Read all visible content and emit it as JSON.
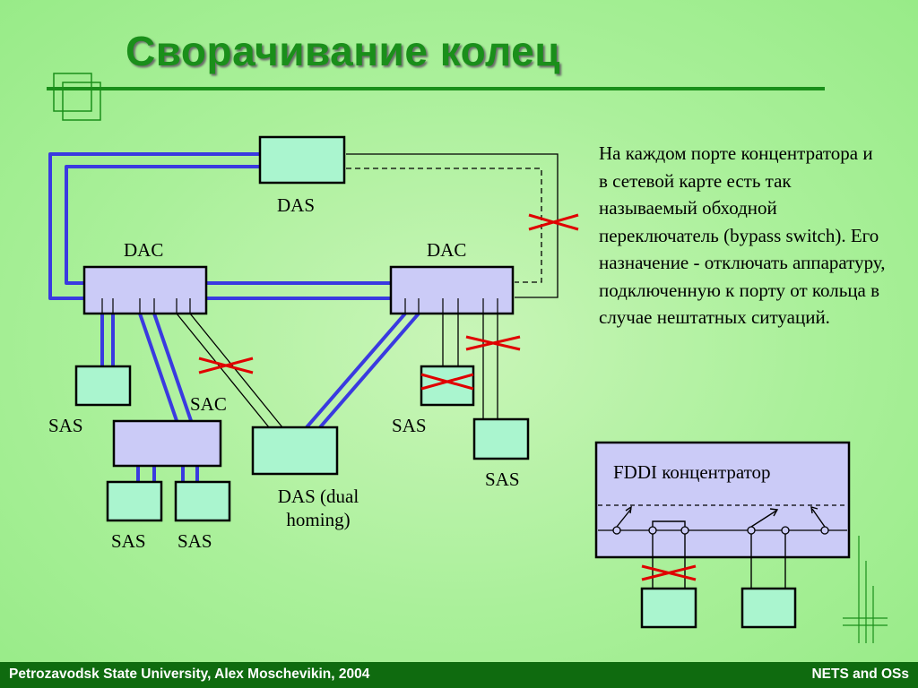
{
  "slide": {
    "title": "Сворачивание колец",
    "description": "На каждом порте концентратора и в сетевой карте есть так называемый обходной переключатель (bypass switch). Его назначение - отключать аппаратуру, подключенную к порту от кольца в случае нештатных ситуаций."
  },
  "diagram": {
    "labels": {
      "das_top": "DAS",
      "dac_left": "DAC",
      "dac_right": "DAC",
      "sac": "SAC",
      "sas_left": "SAS",
      "sas_bottom_1": "SAS",
      "sas_bottom_2": "SAS",
      "das_dual_line1": "DAS (dual",
      "das_dual_line2": "homing)",
      "sas_right_mid": "SAS",
      "sas_right_low": "SAS"
    },
    "fddi_box_label": "FDDI концентратор",
    "colors": {
      "station_fill": "#aaf5cf",
      "concentrator_fill": "#cbcbf7",
      "ring_blue": "#3a3ae0",
      "fault_red": "#e00000"
    }
  },
  "footer": {
    "left": "Petrozavodsk State University, Alex Moschevikin, 2004",
    "right": "NETS and OSs"
  }
}
